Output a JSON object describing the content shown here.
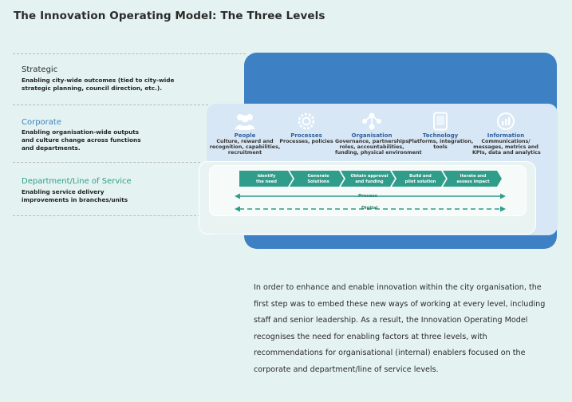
{
  "title": "The Innovation Operating Model: The Three Levels",
  "levels": {
    "strategic": {
      "name": "Strategic",
      "desc_line1": "Enabling city-wide outcomes (tied to city-wide",
      "desc_line2": "strategic planning, council direction, etc.)."
    },
    "corporate": {
      "name": "Corporate",
      "desc_line1": "Enabling organisation-wide outputs",
      "desc_line2": "and culture change across functions",
      "desc_line3": "and departments."
    },
    "department": {
      "name": "Department/Line of Service",
      "desc_line1": "Enabling service delivery",
      "desc_line2": "improvements in branches/units"
    }
  },
  "enablers": [
    {
      "title": "People",
      "icon": "people-icon",
      "desc": [
        "Culture, reward and",
        "recognition, capabilities,",
        "recruitment"
      ]
    },
    {
      "title": "Processes",
      "icon": "gear-icon",
      "desc": [
        "Processes, policies"
      ]
    },
    {
      "title": "Organisation",
      "icon": "org-chart-icon",
      "desc": [
        "Governance, partnerships,",
        "roles, accountabilities,",
        "funding, physical environment"
      ]
    },
    {
      "title": "Technology",
      "icon": "tablet-icon",
      "desc": [
        "Platforms, integration,",
        "tools"
      ]
    },
    {
      "title": "Information",
      "icon": "analytics-icon",
      "desc": [
        "Communications/",
        "messages, metrics and",
        "KPIs, data and analytics"
      ]
    }
  ],
  "process_steps": [
    [
      "Identify",
      "the need"
    ],
    [
      "Generate",
      "Solutions"
    ],
    [
      "Obtain approval",
      "and funding"
    ],
    [
      "Build and",
      "pilot solution"
    ],
    [
      "Iterate and",
      "assess impact"
    ]
  ],
  "flows": {
    "process": "Process",
    "digital": "Digital"
  },
  "paragraph": "In order to enhance and enable innovation within the city organisation, the first step was to embed these new ways of working at every level, including staff and senior leadership. As a result, the Innovation Operating Model recognises the need for enabling factors at three levels, with recommendations for organisational (internal) enablers focused on the corporate and department/line of service levels.",
  "colors": {
    "strategic": "#3d80c4",
    "corporate": "#d8e7f5",
    "teal": "#2f9d8a",
    "accent_blue": "#4a86c8"
  }
}
